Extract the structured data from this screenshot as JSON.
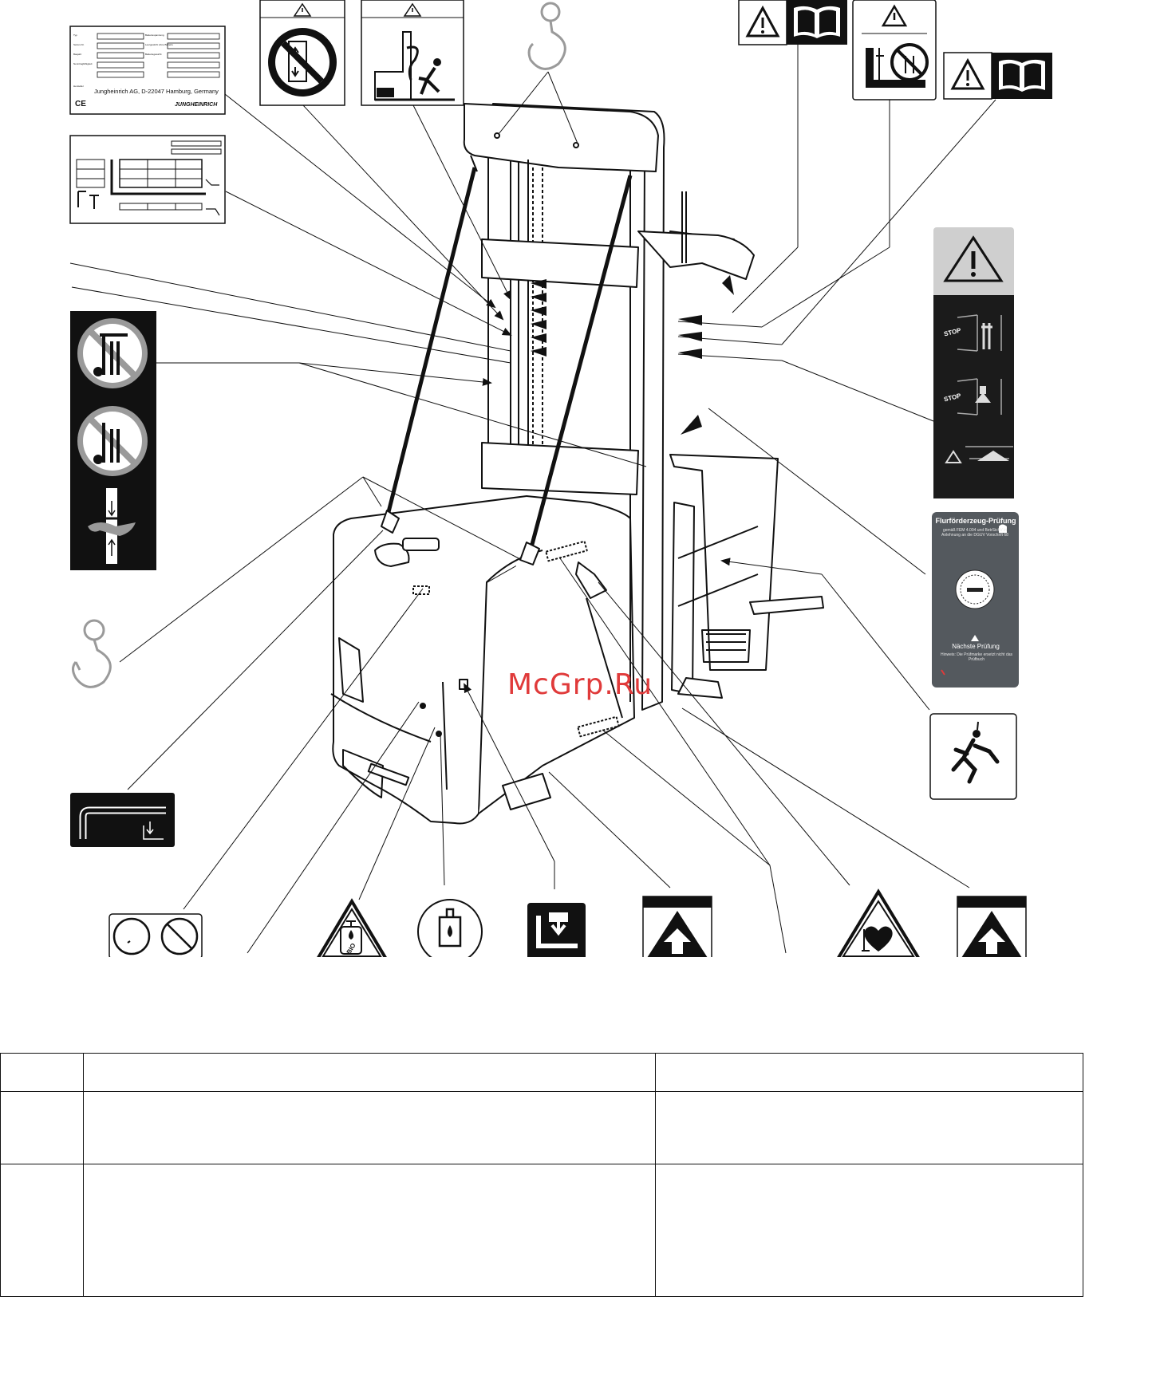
{
  "figure": {
    "nameplate": {
      "manufacturer_line": "Jungheinrich AG, D-22047 Hamburg, Germany",
      "ce_mark": "CE",
      "brand": "JUNGHEINRICH",
      "field_labels": [
        "Typ",
        "Serien-Nr.",
        "Baujahr",
        "Nenntragfähigkeit",
        "Batteriespannung",
        "Leergewicht ohne Batterie",
        "Batteriegewicht",
        "Hersteller"
      ]
    },
    "inspection_sticker": {
      "title": "Flurförderzeug-Prüfung",
      "subtitle": "gemäß FEM 4.004 und BetrSichV in Anlehnung an die DGUV Vorschrift 68",
      "next_label": "Nächste Prüfung",
      "note": "Hinweis: Die Prüfmarke ersetzt nicht das Prüfbuch"
    },
    "stop_labels": [
      "STOP",
      "STOP"
    ],
    "bio_label": "BIO",
    "watermark": "McGrp.Ru",
    "icons": [
      "warning-triangle-icon",
      "manual-book-icon",
      "lifting-hook-icon",
      "no-standing-under-load-icon",
      "crush-hazard-icon",
      "harness-icon",
      "pacemaker-warning-icon",
      "hydraulic-oil-icon",
      "lashing-point-icon",
      "emergency-lowering-icon",
      "forklift-push-arrow-icon"
    ]
  },
  "table": {
    "rows": [
      [
        "",
        "",
        ""
      ],
      [
        "",
        "",
        ""
      ],
      [
        "",
        "",
        ""
      ]
    ]
  }
}
